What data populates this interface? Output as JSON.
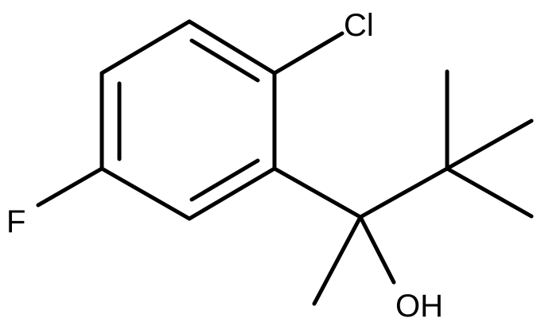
{
  "molecule": {
    "labels": {
      "chlorine": "Cl",
      "fluorine": "F",
      "hydroxyl": "OH"
    },
    "colors": {
      "bond": "#000000",
      "text": "#000000",
      "background": "#ffffff"
    }
  }
}
